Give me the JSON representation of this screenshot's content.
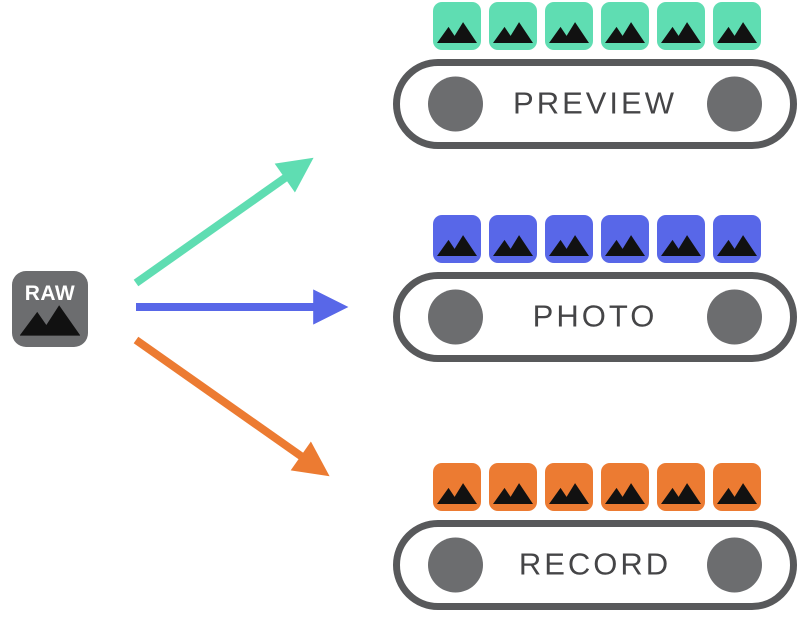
{
  "source": {
    "label": "RAW",
    "background_color": "#6C6D6F",
    "label_color": "#FFFFFF"
  },
  "streams": [
    {
      "name": "preview",
      "label": "PREVIEW",
      "accent_color": "#5FDDB2",
      "frame_count": 6
    },
    {
      "name": "photo",
      "label": "PHOTO",
      "accent_color": "#5867E8",
      "frame_count": 6
    },
    {
      "name": "record",
      "label": "RECORD",
      "accent_color": "#EC7B32",
      "frame_count": 6
    }
  ],
  "pill_style": {
    "border_color": "#58595B",
    "circle_color": "#6C6D6F",
    "label_color": "#454547"
  },
  "icon": {
    "glyph": "image-mountain-icon",
    "mountain_color": "#111111"
  },
  "canvas": {
    "background": "#FFFFFF"
  }
}
